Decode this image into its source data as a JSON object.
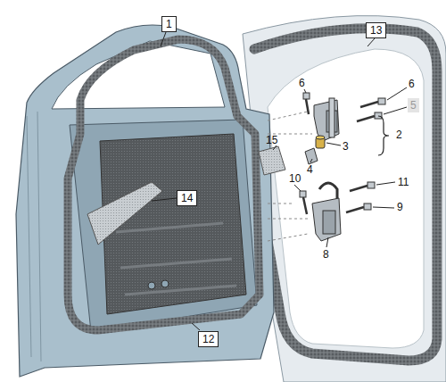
{
  "diagram": {
    "labels": [
      "1",
      "13",
      "6",
      "6",
      "5",
      "2",
      "15",
      "3",
      "4",
      "14",
      "10",
      "11",
      "9",
      "8",
      "12"
    ]
  }
}
